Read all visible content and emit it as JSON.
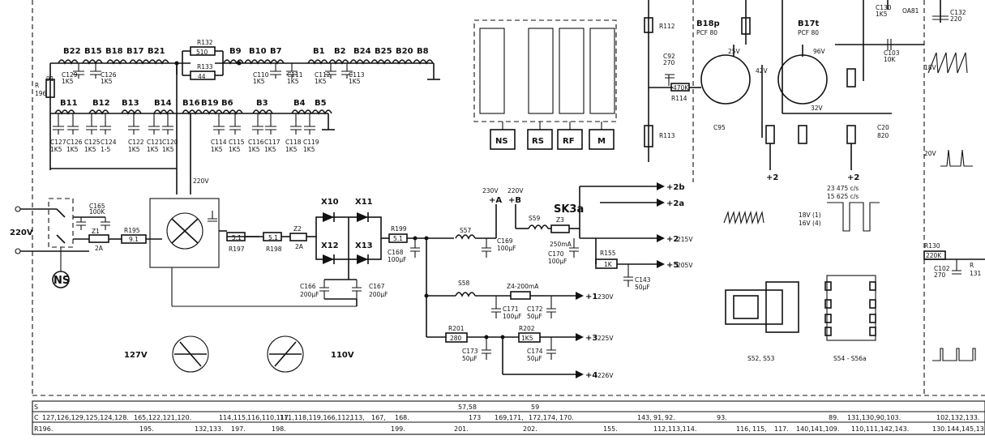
{
  "filters_top": [
    "B22",
    "B15",
    "B18",
    "B17",
    "B21",
    "B9",
    "B10",
    "B7",
    "B1",
    "B2",
    "B24",
    "B25",
    "B20",
    "B8"
  ],
  "filters_bot": [
    "B11",
    "B12",
    "B13",
    "B14",
    "B16",
    "B19",
    "B6",
    "B3",
    "B4",
    "B5"
  ],
  "res_top": {
    "r132": "R132",
    "r132v": "510",
    "r133": "R133",
    "r133v": "44"
  },
  "r196": {
    "name": "R",
    "num": "196",
    "val": "91"
  },
  "caps_top": [
    {
      "n": "C129",
      "v": "1K5"
    },
    {
      "n": "C126",
      "v": "1K5"
    },
    {
      "n": "C110",
      "v": "1K5"
    },
    {
      "n": "C111",
      "v": "1K5"
    },
    {
      "n": "C112",
      "v": "1K5"
    },
    {
      "n": "C113",
      "v": "1K5"
    }
  ],
  "caps_bot": [
    {
      "n": "C127",
      "v": "1K5"
    },
    {
      "n": "C126",
      "v": "1K5"
    },
    {
      "n": "C125",
      "v": "1K5"
    },
    {
      "n": "C124",
      "v": "1-5"
    },
    {
      "n": "C122",
      "v": "1K5"
    },
    {
      "n": "C121",
      "v": "1K5"
    },
    {
      "n": "C120",
      "v": "1K5"
    },
    {
      "n": "C114",
      "v": "1K5"
    },
    {
      "n": "C115",
      "v": "1K5"
    },
    {
      "n": "C116",
      "v": "1K5"
    },
    {
      "n": "C117",
      "v": "1K5"
    },
    {
      "n": "C118",
      "v": "1K5"
    },
    {
      "n": "C119",
      "v": "1K5"
    }
  ],
  "mains": {
    "v": "220V",
    "ns": "NS",
    "c165": "C165",
    "c165v": "100K",
    "z1": "Z1",
    "z1v": "2A",
    "r195": "R195",
    "r195v": "9.1",
    "sel": "220V",
    "r197": "R197",
    "r197v": "5.1",
    "r198": "R198",
    "r198v": "5.1",
    "z2": "Z2",
    "z2v": "2A"
  },
  "rect": {
    "x10": "X10",
    "x11": "X11",
    "x12": "X12",
    "x13": "X13",
    "c166": "C166",
    "c166v": "200µF",
    "c167": "C167",
    "c167v": "200µF"
  },
  "supply": {
    "r199": "R199",
    "r199v": "5.1",
    "c168": "C168",
    "c168v": "100µF",
    "s57": "S57",
    "a": "230V",
    "a_l": "+A",
    "b": "220V",
    "b_l": "+B",
    "s59": "S59",
    "z3": "Z3",
    "z3v": "250mA",
    "c169": "C169",
    "c169v": "100µF",
    "c170": "C170",
    "c170v": "100µF",
    "sk3a": "SK3a",
    "p2b": "+2b",
    "p2a": "+2a",
    "p2": "+2",
    "p2v": "215V",
    "r155": "R155",
    "r155v": "1K",
    "c143": "C143",
    "c143v": "50µF",
    "p5": "+5",
    "p5v": "205V",
    "s58": "S58",
    "z4": "Z4-200mA",
    "c171": "C171",
    "c171v": "100µF",
    "c172": "C172",
    "c172v": "50µF",
    "p1": "+1",
    "p1v": "230V",
    "r201": "R201",
    "r201v": "280",
    "r202": "R202",
    "r202v": "1K5",
    "c173": "C173",
    "c173v": "50µF",
    "c174": "C174",
    "c174v": "50µF",
    "p3": "+3",
    "p3v": "225V",
    "p4": "+4",
    "p4v": "226V"
  },
  "voltages": {
    "v127": "127V",
    "v110": "110V"
  },
  "switch_boxes": [
    "NS",
    "RS",
    "RF",
    "M"
  ],
  "tubes": {
    "b18p": "B18p",
    "b18p_type": "PCF 80",
    "b17t": "B17t",
    "b17t_type": "PCF 80",
    "v25": "25V",
    "v96": "96V",
    "v32": "32V",
    "v42": "42V",
    "v18": "18V",
    "v20": "20V"
  },
  "tube_parts": {
    "c92": "C92",
    "c92v": "270",
    "r114": "R114",
    "r114v": "470K",
    "r112": "R112",
    "r113": "R113",
    "c103": "C103",
    "c103v": "10K",
    "c132": "C132",
    "c132v": "220",
    "c130": "C130",
    "c130v": "1K5",
    "oa81": "OA81",
    "r130": "R130",
    "r130v": "220K",
    "c102": "C102",
    "c102v": "270",
    "c95": "C95",
    "c20": "C20",
    "c20v": "820",
    "plus2": "+2",
    "r131": "R",
    "r131n": "131"
  },
  "waveform_notes": {
    "a": "23 475 c/s",
    "b": "15 625 c/s",
    "c": "18V (1)",
    "d": "16V (4)"
  },
  "transformers": {
    "s52": "S52, S53",
    "s54": "S54 - S56a"
  },
  "table": {
    "rows": [
      "S",
      "C",
      "R196."
    ],
    "s_vals": [
      "57,58",
      "59"
    ],
    "c_vals": [
      "127,126,129,125,124,128.",
      "165,122,121,120.",
      "114,115,",
      "116,110,117,",
      "111,118,119,166,112,",
      "113,",
      "167,",
      "168.",
      "173",
      "169,171,",
      "172,174,",
      "170.",
      "143,",
      "91,",
      "92.",
      "93.",
      "89.",
      "131,130,90,103.",
      "102,132,133."
    ],
    "r_vals": [
      "195.",
      "132,133.",
      "197.",
      "198.",
      "199.",
      "201.",
      "202.",
      "155.",
      "112,113,114.",
      "116,",
      "115,",
      "117.",
      "140,141,109.",
      "110,111,142,143.",
      "130.",
      "144,145,13"
    ]
  }
}
